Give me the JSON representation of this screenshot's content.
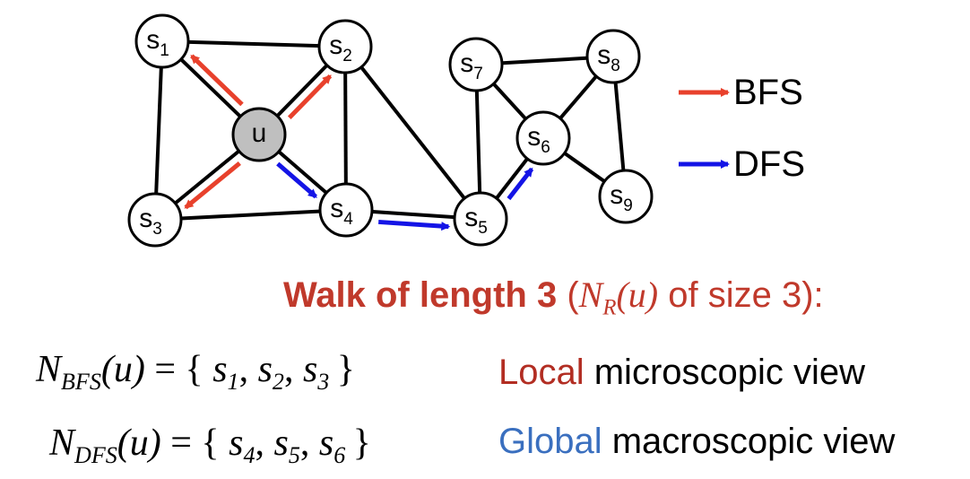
{
  "nodes": [
    {
      "id": "s1",
      "letter": "s",
      "sub": "1",
      "fill": "#ffffff"
    },
    {
      "id": "s2",
      "letter": "s",
      "sub": "2",
      "fill": "#ffffff"
    },
    {
      "id": "u",
      "letter": "u",
      "sub": "",
      "fill": "#bfbfbf"
    },
    {
      "id": "s3",
      "letter": "s",
      "sub": "3",
      "fill": "#ffffff"
    },
    {
      "id": "s4",
      "letter": "s",
      "sub": "4",
      "fill": "#ffffff"
    },
    {
      "id": "s5",
      "letter": "s",
      "sub": "5",
      "fill": "#ffffff"
    },
    {
      "id": "s6",
      "letter": "s",
      "sub": "6",
      "fill": "#ffffff"
    },
    {
      "id": "s7",
      "letter": "s",
      "sub": "7",
      "fill": "#ffffff"
    },
    {
      "id": "s8",
      "letter": "s",
      "sub": "8",
      "fill": "#ffffff"
    },
    {
      "id": "s9",
      "letter": "s",
      "sub": "9",
      "fill": "#ffffff"
    }
  ],
  "edges": [
    [
      "s1",
      "s2"
    ],
    [
      "s1",
      "u"
    ],
    [
      "s1",
      "s3"
    ],
    [
      "s2",
      "u"
    ],
    [
      "s2",
      "s4"
    ],
    [
      "s2",
      "s5"
    ],
    [
      "u",
      "s3"
    ],
    [
      "u",
      "s4"
    ],
    [
      "s3",
      "s4"
    ],
    [
      "s4",
      "s5"
    ],
    [
      "s5",
      "s7"
    ],
    [
      "s5",
      "s6"
    ],
    [
      "s7",
      "s8"
    ],
    [
      "s7",
      "s6"
    ],
    [
      "s8",
      "s6"
    ],
    [
      "s8",
      "s9"
    ],
    [
      "s6",
      "s9"
    ]
  ],
  "bfs_arrows": [
    [
      "u",
      "s1"
    ],
    [
      "u",
      "s2"
    ],
    [
      "u",
      "s3"
    ]
  ],
  "dfs_arrows": [
    [
      "u",
      "s4"
    ],
    [
      "s4",
      "s5"
    ],
    [
      "s5",
      "s6"
    ]
  ],
  "colors": {
    "bfs": "#e8412c",
    "dfs": "#1414e6",
    "heading": "#c0392b",
    "local": "#b22d22",
    "global": "#3a6fbf"
  },
  "legend": {
    "bfs": "BFS",
    "dfs": "DFS"
  },
  "heading": {
    "bold": "Walk of length 3",
    "open": " (",
    "nr_base": "N",
    "nr_sub": "R",
    "nr_arg": "(u)",
    "close": " of size 3):"
  },
  "bfs_formula": {
    "base": "N",
    "sub": "BFS",
    "arg": "(u)",
    "eq": " = { ",
    "items": [
      {
        "s": "s",
        "i": "1"
      },
      {
        "s": "s",
        "i": "2"
      },
      {
        "s": "s",
        "i": "3"
      }
    ],
    "end": "}"
  },
  "dfs_formula": {
    "base": "N",
    "sub": "DFS",
    "arg": "(u)",
    "eq": " = { ",
    "items": [
      {
        "s": "s",
        "i": "4"
      },
      {
        "s": "s",
        "i": "5"
      },
      {
        "s": "s",
        "i": "6"
      }
    ],
    "end": "}"
  },
  "local_desc": {
    "word": "Local",
    "rest": " microscopic view"
  },
  "global_desc": {
    "word": "Global",
    "rest": " macroscopic view"
  }
}
